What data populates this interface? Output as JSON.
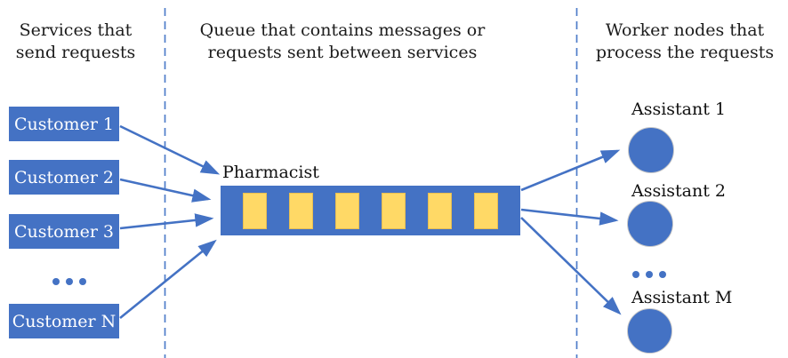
{
  "colors": {
    "primary_blue": "#4472C4",
    "slot_yellow": "#FFD966",
    "slot_border": "#E8BE52",
    "heading_text": "#1c1c1c",
    "box_text": "#FFFFFF"
  },
  "headings": {
    "left": {
      "line1": "Services that",
      "line2": "send requests"
    },
    "middle": {
      "line1": "Queue that contains messages or",
      "line2": "requests sent between services"
    },
    "right": {
      "line1": "Worker nodes that",
      "line2": "process the requests"
    }
  },
  "producers": {
    "items": [
      {
        "label": "Customer 1"
      },
      {
        "label": "Customer 2"
      },
      {
        "label": "Customer 3"
      },
      {
        "label": "Customer N"
      }
    ],
    "ellipsis": "..."
  },
  "queue": {
    "label": "Pharmacist",
    "slot_count": 6
  },
  "workers": {
    "items": [
      {
        "label": "Assistant 1"
      },
      {
        "label": "Assistant 2"
      },
      {
        "label": "Assistant M"
      }
    ],
    "ellipsis": "..."
  }
}
